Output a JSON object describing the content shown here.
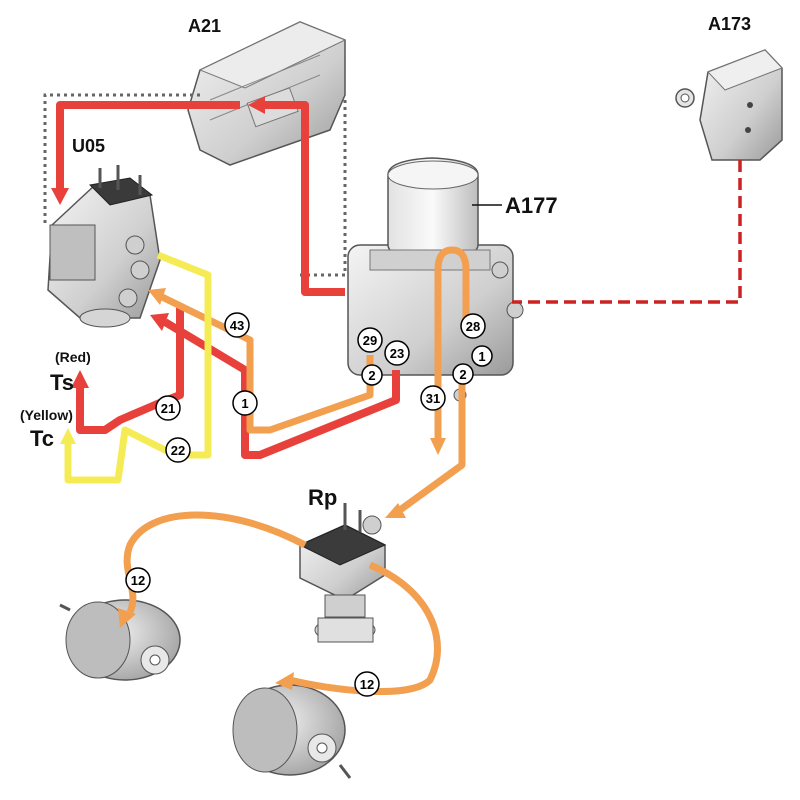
{
  "components": {
    "a21": "A21",
    "a173": "A173",
    "u05": "U05",
    "a177": "A177",
    "rp": "Rp"
  },
  "lines": {
    "ts_color_note": "(Red)",
    "ts": "Ts",
    "tc_color_note": "(Yellow)",
    "tc": "Tc"
  },
  "ports": {
    "p43": "43",
    "p29": "29",
    "p23": "23",
    "p2_left": "2",
    "p28": "28",
    "p1_right": "1",
    "p2_right": "2",
    "p31": "31",
    "p1_left": "1",
    "p21": "21",
    "p22": "22",
    "p12_left": "12",
    "p12_right": "12"
  },
  "colors": {
    "red_line": "#e8413c",
    "yellow_line": "#f5ec55",
    "orange_line": "#f2a050",
    "electrical_dash": "#cc2222",
    "dotted_link": "#666666"
  }
}
